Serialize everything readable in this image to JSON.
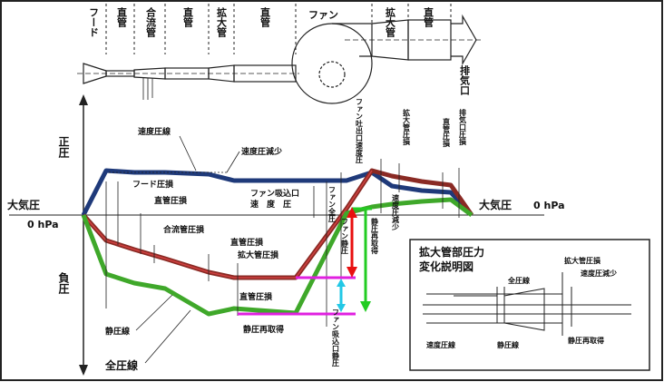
{
  "header_sections": [
    "フード",
    "直管",
    "合流管",
    "直管",
    "拡大管",
    "直管",
    "ファン",
    "拡大管",
    "直管",
    "排気口"
  ],
  "axis": {
    "positive": "正圧",
    "negative": "負圧",
    "atmosphere_left": "大気圧",
    "atmosphere_right": "大気圧",
    "zero_left": "0 hPa",
    "zero_right": "0 hPa"
  },
  "labels": {
    "velocity_line": "速度圧線",
    "velocity_drop": "速度圧減少",
    "hood_loss": "フード圧損",
    "straight_loss_1": "直管圧損",
    "merge_loss": "合流管圧損",
    "straight_loss_2": "直管圧損",
    "expand_loss": "拡大管圧損",
    "straight_loss_3": "直管圧損",
    "static_regain": "静圧再取得",
    "static_line": "静圧線",
    "total_line": "全圧線",
    "fan_inlet_velocity_1": "ファン吸込口",
    "fan_inlet_velocity_2": "速　度　圧",
    "fan_total": "ファン全圧",
    "fan_static": "ファン静圧",
    "fan_outlet_velocity": "ファン吐出口速度圧",
    "fan_inlet_static": "ファン吸込口静圧",
    "expand_loss_right": "拡大管圧損",
    "straight_loss_right": "直管圧損",
    "exhaust_loss": "排気口圧損",
    "static_regain_right": "静圧再取得",
    "velocity_drop_right": "速度圧減少"
  },
  "inset": {
    "title_1": "拡大管部圧力",
    "title_2": "変化説明図",
    "expand_loss": "拡大管圧損",
    "total_line": "全圧線",
    "velocity_drop": "速度圧減少",
    "velocity_line": "速度圧線",
    "static_line": "静圧線",
    "static_regain": "静圧再取得"
  },
  "colors": {
    "velocity": "#1f3a7a",
    "total": "#3fa82a",
    "static": "#b0302c",
    "magenta": "#e020e0",
    "cyan": "#22c8e6",
    "red": "#e81010",
    "green": "#22cc22"
  }
}
